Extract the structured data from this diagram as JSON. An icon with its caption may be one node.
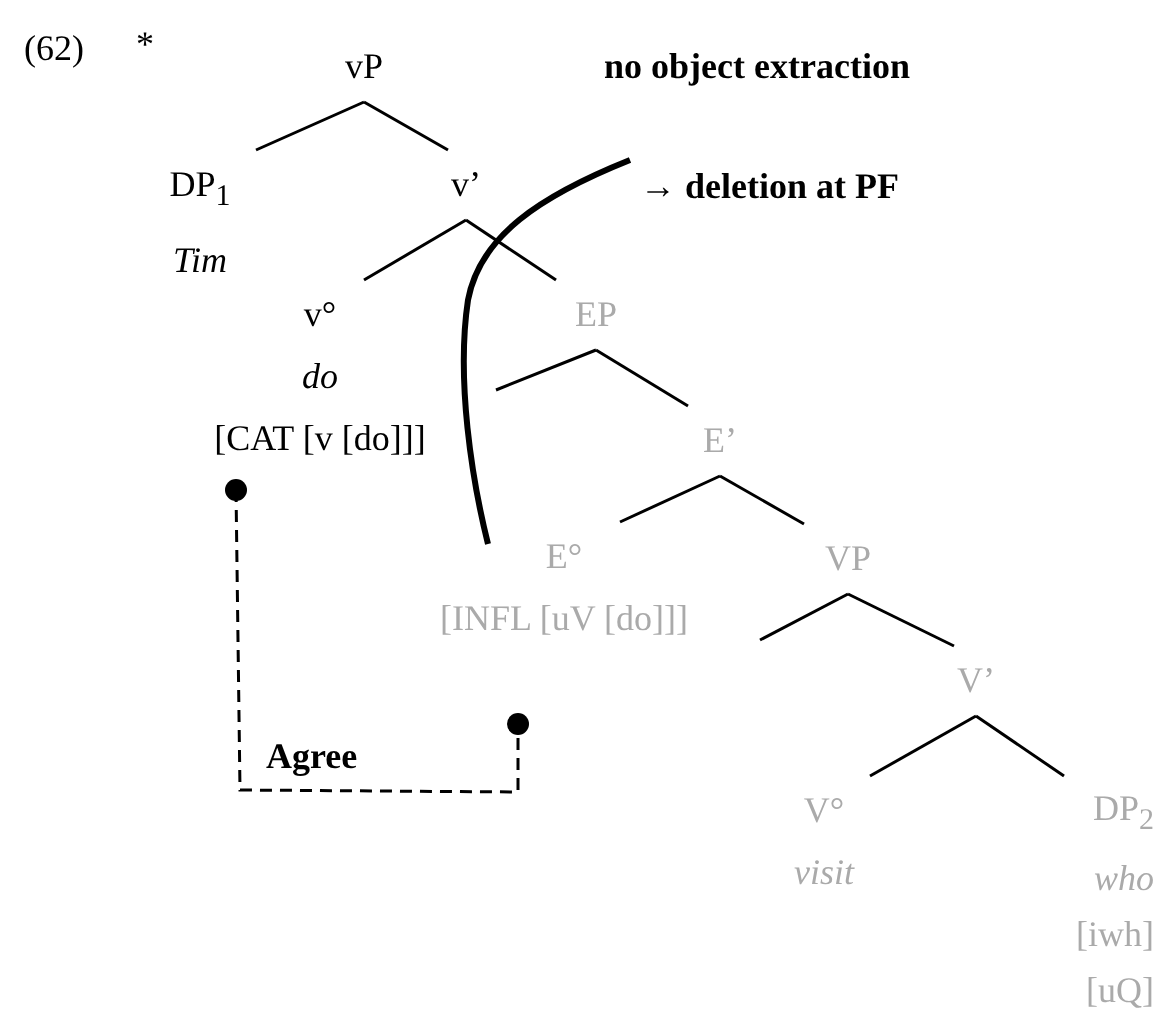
{
  "diagram": {
    "nodes": [
      {
        "text": [
          "vP"
        ]
      },
      {
        "text": [
          "DP$_{1}$",
          "Tim"
        ]
      },
      {
        "text": [
          "v’"
        ]
      },
      {
        "text": [
          "v°",
          "do",
          "[CAT [v [do]]]"
        ]
      },
      {
        "text": [
          "EP"
        ]
      },
      {
        "text": [
          "E’"
        ]
      },
      {
        "text": [
          "E°",
          "[INFL [uV [do]]]"
        ]
      },
      {
        "text": [
          "VP"
        ]
      },
      {
        "text": [
          "V’"
        ]
      },
      {
        "text": [
          "V°",
          "visit"
        ]
      },
      {
        "text": [
          "DP$_{2}$",
          "who",
          "[iwh]",
          "[uQ]"
        ]
      }
    ],
    "edges": [
      {
        "from": 0,
        "to": 1,
        "arrow": "none"
      },
      {
        "from": 0,
        "to": 2,
        "arrow": "none"
      },
      {
        "from": 2,
        "to": 3,
        "arrow": "none"
      },
      {
        "from": 2,
        "to": 4,
        "arrow": "none"
      },
      {
        "from": 4,
        "to": null,
        "arrow": "none"
      },
      {
        "from": 4,
        "to": 5,
        "arrow": "none"
      },
      {
        "from": 5,
        "to": 6,
        "arrow": "none"
      },
      {
        "from": 5,
        "to": 7,
        "arrow": "none"
      },
      {
        "from": 7,
        "to": null,
        "arrow": "none"
      },
      {
        "from": 7,
        "to": 8,
        "arrow": "none"
      },
      {
        "from": 8,
        "to": 9,
        "arrow": "none"
      },
      {
        "from": 8,
        "to": 10,
        "arrow": "none"
      },
      {
        "from": 3,
        "to": 6,
        "arrow": "other",
        "style": "dashed",
        "label": "Agree"
      }
    ],
    "labels": [
      "(62)",
      "*",
      "no object extraction",
      "→ deletion at PF"
    ]
  }
}
